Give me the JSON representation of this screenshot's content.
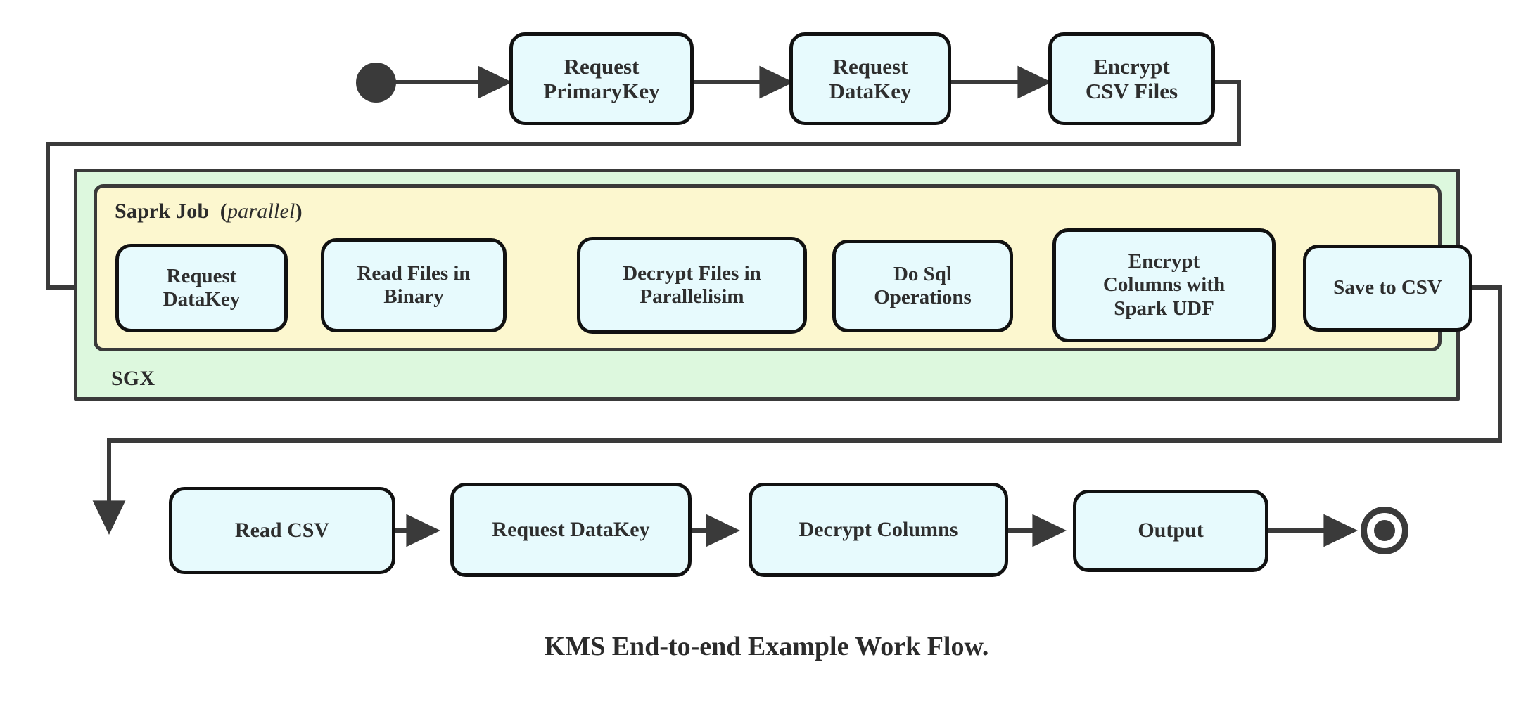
{
  "diagram": {
    "title": "KMS End-to-end Example Work Flow.",
    "colors": {
      "node_fill": "#e7fafd",
      "node_border": "#111111",
      "sgx_fill": "#ddf8de",
      "spark_fill": "#fcf7cf",
      "container_border": "#3a3a3a",
      "connector": "#3a3a3a",
      "text": "#2e2e2e",
      "page_background": "#ffffff"
    },
    "markers": {
      "start": "start-state-dot",
      "end": "final-state-ring"
    },
    "containers": [
      {
        "id": "sgx",
        "label": "SGX",
        "label_position": "bottom-left",
        "fill": "#ddf8de"
      },
      {
        "id": "spark-job",
        "label_main": "Saprk Job",
        "label_modifier": "parallel",
        "label_open_paren": "(",
        "label_close_paren": ")",
        "label_position": "top-left",
        "fill": "#fcf7cf"
      }
    ],
    "rows": {
      "top": {
        "id": "row-top",
        "nodes": [
          {
            "id": "request-primarykey",
            "label": "Request\nPrimaryKey"
          },
          {
            "id": "request-datakey-top",
            "label": "Request\nDataKey"
          },
          {
            "id": "encrypt-csv-files",
            "label": "Encrypt\nCSV Files"
          }
        ]
      },
      "spark": {
        "id": "row-spark",
        "nodes": [
          {
            "id": "request-datakey-spark",
            "label": "Request\nDataKey"
          },
          {
            "id": "read-files-in-binary",
            "label": "Read Files in\nBinary"
          },
          {
            "id": "decrypt-files-in-parallelisim",
            "label": "Decrypt Files in\nParallelisim"
          },
          {
            "id": "do-sql-operations",
            "label": "Do Sql\nOperations"
          },
          {
            "id": "encrypt-columns-with-spark-udf",
            "label": "Encrypt\nColumns with\nSpark UDF"
          },
          {
            "id": "save-to-csv",
            "label": "Save to CSV"
          }
        ]
      },
      "bottom": {
        "id": "row-bottom",
        "nodes": [
          {
            "id": "read-csv",
            "label": "Read CSV"
          },
          {
            "id": "request-datakey-bottom",
            "label": "Request DataKey"
          },
          {
            "id": "decrypt-columns",
            "label": "Decrypt Columns"
          },
          {
            "id": "output",
            "label": "Output"
          }
        ]
      }
    },
    "flow_sequence": [
      "start",
      "Request PrimaryKey",
      "Request DataKey",
      "Encrypt CSV Files",
      "Request DataKey",
      "Read Files in Binary",
      "Decrypt Files in Parallelisim",
      "Do Sql Operations",
      "Encrypt Columns with Spark UDF",
      "Save to CSV",
      "Read CSV",
      "Request DataKey",
      "Decrypt Columns",
      "Output",
      "end"
    ]
  }
}
